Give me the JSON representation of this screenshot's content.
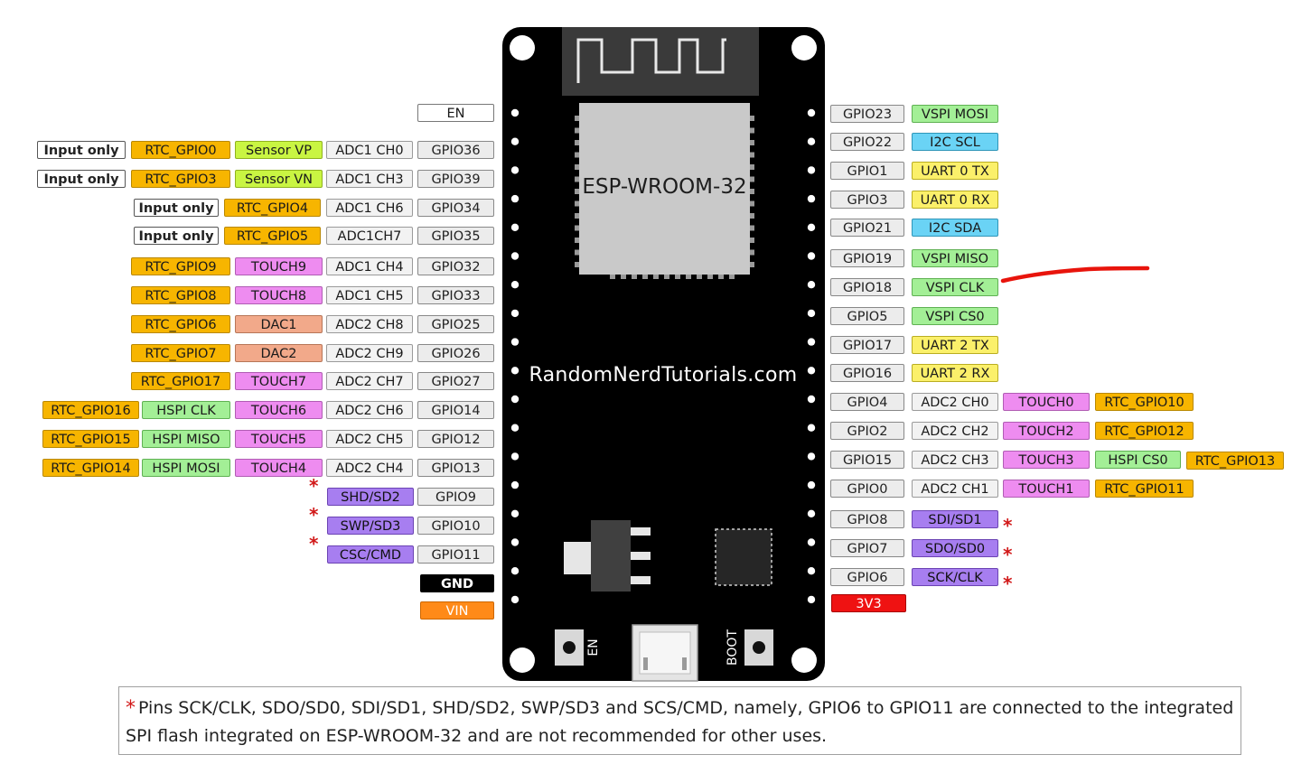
{
  "board": {
    "module_label": "ESP-WROOM-32",
    "website": "RandomNerdTutorials.com",
    "en_button": "EN",
    "boot_button": "BOOT"
  },
  "left_rows": [
    [
      "EN"
    ],
    [
      "Input only",
      "RTC_GPIO0",
      "Sensor VP",
      "ADC1 CH0",
      "GPIO36"
    ],
    [
      "Input only",
      "RTC_GPIO3",
      "Sensor VN",
      "ADC1 CH3",
      "GPIO39"
    ],
    [
      "Input only",
      "RTC_GPIO4",
      "ADC1 CH6",
      "GPIO34"
    ],
    [
      "Input only",
      "RTC_GPIO5",
      "ADC1CH7",
      "GPIO35"
    ],
    [
      "RTC_GPIO9",
      "TOUCH9",
      "ADC1 CH4",
      "GPIO32"
    ],
    [
      "RTC_GPIO8",
      "TOUCH8",
      "ADC1 CH5",
      "GPIO33"
    ],
    [
      "RTC_GPIO6",
      "DAC1",
      "ADC2 CH8",
      "GPIO25"
    ],
    [
      "RTC_GPIO7",
      "DAC2",
      "ADC2 CH9",
      "GPIO26"
    ],
    [
      "RTC_GPIO17",
      "TOUCH7",
      "ADC2 CH7",
      "GPIO27"
    ],
    [
      "RTC_GPIO16",
      "HSPI CLK",
      "TOUCH6",
      "ADC2 CH6",
      "GPIO14"
    ],
    [
      "RTC_GPIO15",
      "HSPI MISO",
      "TOUCH5",
      "ADC2 CH5",
      "GPIO12"
    ],
    [
      "RTC_GPIO14",
      "HSPI MOSI",
      "TOUCH4",
      "ADC2 CH4",
      "GPIO13"
    ],
    [
      "*",
      "SHD/SD2",
      "GPIO9"
    ],
    [
      "*",
      "SWP/SD3",
      "GPIO10"
    ],
    [
      "*",
      "CSC/CMD",
      "GPIO11"
    ],
    [
      "GND"
    ],
    [
      "VIN"
    ]
  ],
  "right_rows": [
    [
      "GPIO23",
      "VSPI MOSI"
    ],
    [
      "GPIO22",
      "I2C SCL"
    ],
    [
      "GPIO1",
      "UART 0 TX"
    ],
    [
      "GPIO3",
      "UART 0 RX"
    ],
    [
      "GPIO21",
      "I2C SDA"
    ],
    [
      "GPIO19",
      "VSPI MISO"
    ],
    [
      "GPIO18",
      "VSPI CLK"
    ],
    [
      "GPIO5",
      "VSPI CS0"
    ],
    [
      "GPIO17",
      "UART 2 TX"
    ],
    [
      "GPIO16",
      "UART 2 RX"
    ],
    [
      "GPIO4",
      "ADC2 CH0",
      "TOUCH0",
      "RTC_GPIO10"
    ],
    [
      "GPIO2",
      "ADC2 CH2",
      "TOUCH2",
      "RTC_GPIO12"
    ],
    [
      "GPIO15",
      "ADC2 CH3",
      "TOUCH3",
      "HSPI CS0",
      "RTC_GPIO13"
    ],
    [
      "GPIO0",
      "ADC2 CH1",
      "TOUCH1",
      "RTC_GPIO11"
    ],
    [
      "GPIO8",
      "SDI/SD1",
      "*"
    ],
    [
      "GPIO7",
      "SDO/SD0",
      "*"
    ],
    [
      "GPIO6",
      "SCK/CLK",
      "*"
    ],
    [
      "3V3"
    ]
  ],
  "note": {
    "asterisk": "*",
    "text": "Pins SCK/CLK, SDO/SD0, SDI/SD1, SHD/SD2, SWP/SD3 and SCS/CMD, namely, GPIO6 to GPIO11 are connected to the integrated SPI flash integrated on ESP-WROOM-32 and are not recommended for other uses."
  },
  "colors": {
    "board": "#000000",
    "gpio": "#ececec",
    "rtc": "#f7b500",
    "touch": "#ee8cf0",
    "sensor": "#c9f542",
    "spi": "#a3ef96",
    "dac": "#f2a98a",
    "flash": "#a77ef0",
    "i2c": "#6ad3f5",
    "uart": "#fbf06a",
    "gnd": "#000000",
    "vin": "#ff8a18",
    "v33": "#ef1212",
    "annotation": "#e8140c"
  }
}
